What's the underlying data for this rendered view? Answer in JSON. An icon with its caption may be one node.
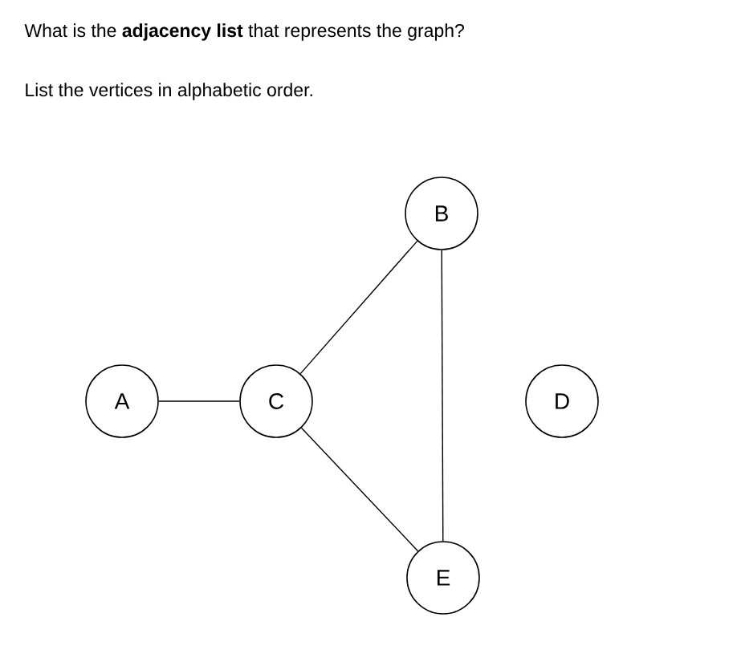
{
  "diagram": {
    "title": "What is the **adjacency list** that represents the graph?",
    "nodes": [
      {
        "text": [
          "B"
        ]
      },
      {
        "text": [
          "A"
        ]
      },
      {
        "text": [
          "C"
        ]
      },
      {
        "text": [
          "D"
        ]
      },
      {
        "text": [
          "E"
        ]
      }
    ],
    "edges": [
      {
        "from": 1,
        "to": 2,
        "arrow": "none"
      },
      {
        "from": 2,
        "to": 0,
        "arrow": "none"
      },
      {
        "from": 2,
        "to": 4,
        "arrow": "none"
      },
      {
        "from": 0,
        "to": 4,
        "arrow": "none"
      }
    ],
    "labels": [
      "List the vertices in alphabetic order."
    ]
  }
}
